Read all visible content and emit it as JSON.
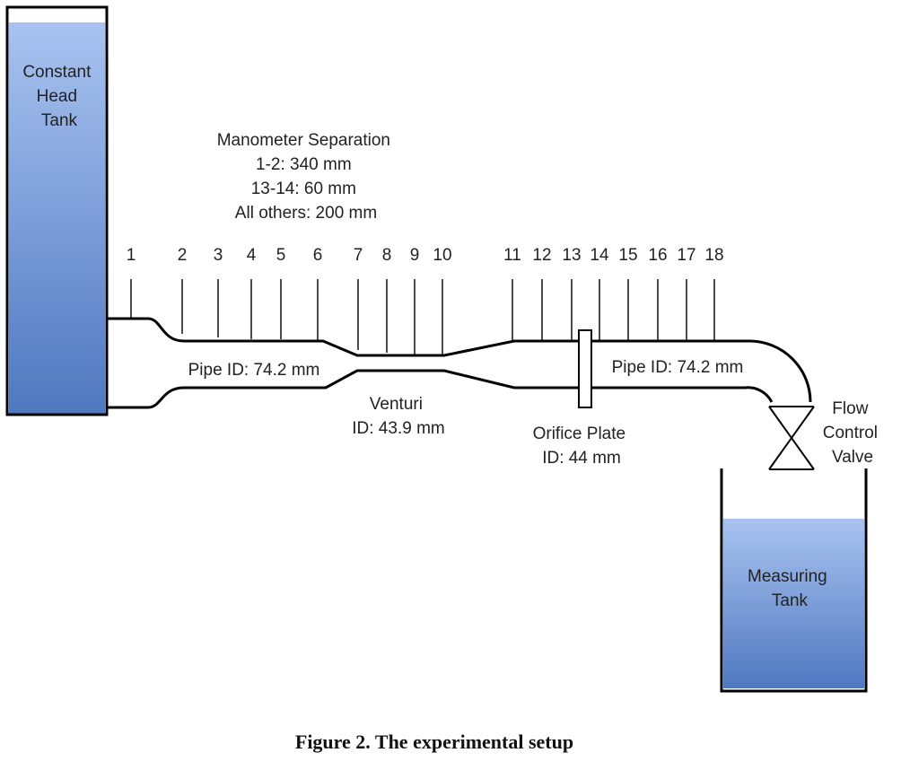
{
  "tank_left": {
    "lines": [
      "Constant",
      "Head",
      "Tank"
    ]
  },
  "separation": {
    "lines": [
      "Manometer Separation",
      "1-2: 340 mm",
      "13-14: 60 mm",
      "All others: 200 mm"
    ]
  },
  "manometers": [
    "1",
    "2",
    "3",
    "4",
    "5",
    "6",
    "7",
    "8",
    "9",
    "10",
    "11",
    "12",
    "13",
    "14",
    "15",
    "16",
    "17",
    "18"
  ],
  "pipe_label_left": "Pipe ID: 74.2 mm",
  "pipe_label_right": "Pipe ID: 74.2 mm",
  "venturi": {
    "lines": [
      "Venturi",
      "ID: 43.9 mm"
    ]
  },
  "orifice": {
    "lines": [
      "Orifice Plate",
      "ID: 44 mm"
    ]
  },
  "valve": {
    "lines": [
      "Flow",
      "Control",
      "Valve"
    ]
  },
  "tank_right": {
    "lines": [
      "Measuring",
      "Tank"
    ]
  },
  "caption": "Figure 2. The experimental setup",
  "colors": {
    "water_top": "#a9c3f0",
    "water_bottom": "#4f78c0"
  }
}
